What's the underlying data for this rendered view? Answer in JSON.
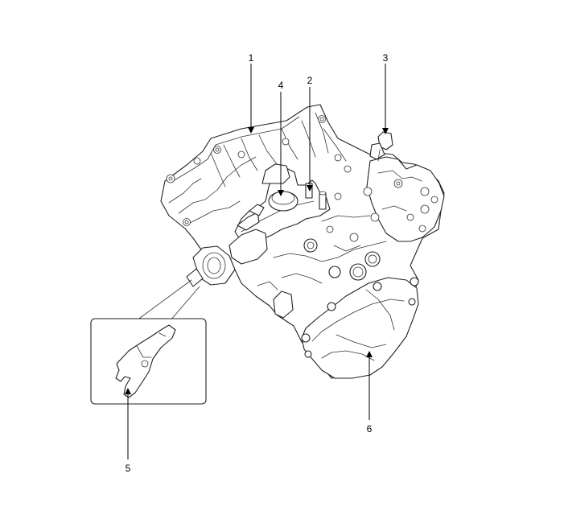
{
  "callouts": [
    {
      "id": "1",
      "label": "1"
    },
    {
      "id": "2",
      "label": "2"
    },
    {
      "id": "3",
      "label": "3"
    },
    {
      "id": "4",
      "label": "4"
    },
    {
      "id": "5",
      "label": "5"
    },
    {
      "id": "6",
      "label": "6"
    }
  ]
}
